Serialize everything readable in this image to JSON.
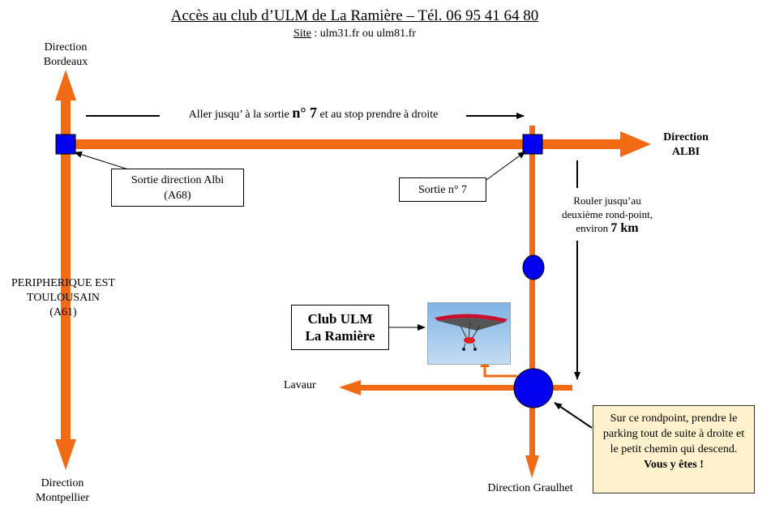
{
  "title": {
    "main": "Accès au club d’ULM de La Ramière",
    "phone": " – Tél. 06 95 41 64 80"
  },
  "site": {
    "label": "Site",
    "text": " : ulm31.fr ou ulm81.fr"
  },
  "directions": {
    "bordeaux": [
      "Direction",
      "Bordeaux"
    ],
    "montpellier": [
      "Direction",
      "Montpellier"
    ],
    "albi": [
      "Direction",
      "ALBI"
    ],
    "lavaur": "Lavaur",
    "graulhet": "Direction Graulhet"
  },
  "instruction_top": {
    "before": "Aller jusqu’ à la sortie ",
    "emph": "n° 7",
    "after": " et au stop prendre à droite"
  },
  "periph": [
    "PERIPHERIQUE EST",
    "TOULOUSAIN",
    "(A61)"
  ],
  "sortie_albi": [
    "Sortie direction Albi",
    "(A68)"
  ],
  "sortie_7": "Sortie n° 7",
  "rouler": {
    "line1": "Rouler jusqu’au",
    "line2": "deuxième rond-point,",
    "line3_before": "environ ",
    "line3_emph": "7 km"
  },
  "club": [
    "Club ULM",
    "La Ramière"
  ],
  "rondpoint_note": {
    "text": "Sur ce rondpoint, prendre le parking tout de suite à droite et le petit chemin qui descend.",
    "final": "Vous y êtes !"
  },
  "colors": {
    "road": "#f26b14",
    "junction": "#0000ee",
    "note_bg": "#fff2cc"
  }
}
